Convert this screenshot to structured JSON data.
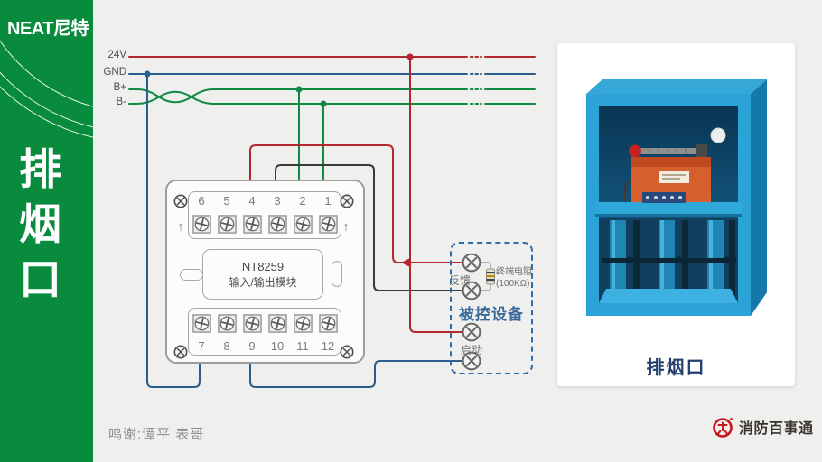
{
  "colors": {
    "accent_green": "#088b3d",
    "wire_red": "#b3282d",
    "wire_blue": "#2a5e8e",
    "wire_green": "#0f8a45",
    "wire_black": "#3a3a3a",
    "dashed_blue": "#2e6da8",
    "caption_blue": "#22406e",
    "logo_red": "#c8161d",
    "label_steel": "#3a6b9b"
  },
  "sidebar": {
    "brand": "NEAT尼特",
    "title_chars": [
      "排",
      "烟",
      "口"
    ]
  },
  "bus": {
    "labels": [
      "24V",
      "GND",
      "B+",
      "B-"
    ]
  },
  "module": {
    "model": "NT8259",
    "name": "输入/输出模块",
    "arrow_up": "↑",
    "top_terminals": [
      "6",
      "5",
      "4",
      "3",
      "2",
      "1"
    ],
    "bottom_terminals": [
      "7",
      "8",
      "9",
      "10",
      "11",
      "12"
    ]
  },
  "device_box": {
    "feedback": "反馈",
    "terminal_resistor": "终端电阻",
    "resistor_value": "(100KΩ)",
    "name": "被控设备",
    "start": "启动"
  },
  "photo": {
    "caption": "排烟口"
  },
  "footer": {
    "credit": "鸣谢:谭平 表哥",
    "brand": "消防百事通"
  }
}
